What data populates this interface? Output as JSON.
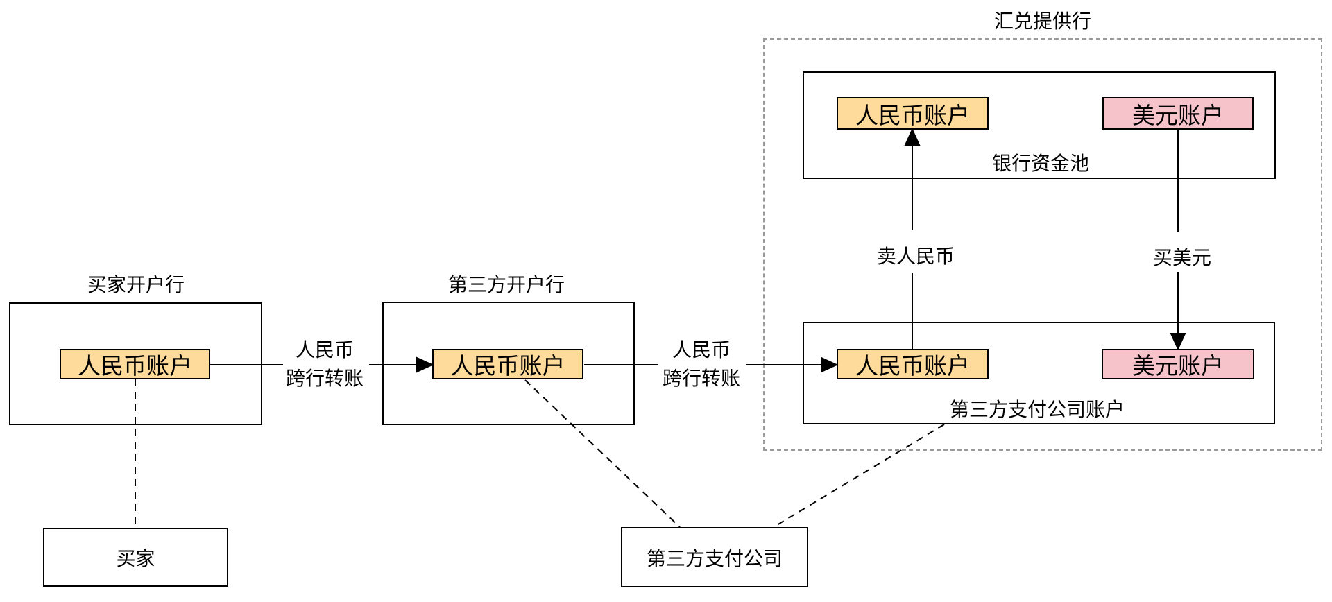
{
  "colors": {
    "rmb_account_fill": "#ffdb9b",
    "usd_account_fill": "#f6c3cb",
    "box_border": "#000000",
    "exchange_container_border": "#999999",
    "line": "#000000",
    "background": "#ffffff"
  },
  "nodes": {
    "buyer_bank": {
      "title": "买家开户行",
      "rmb_account": "人民币账户"
    },
    "third_party_bank": {
      "title": "第三方开户行",
      "rmb_account": "人民币账户"
    },
    "buyer": {
      "label": "买家"
    },
    "third_party_company": {
      "label": "第三方支付公司"
    },
    "exchange_provider": {
      "title": "汇兑提供行",
      "bank_pool": {
        "label": "银行资金池",
        "rmb_account": "人民币账户",
        "usd_account": "美元账户"
      },
      "third_party_account": {
        "label": "第三方支付公司账户",
        "rmb_account": "人民币账户",
        "usd_account": "美元账户"
      }
    }
  },
  "edges": {
    "interbank_transfer_1": {
      "line1": "人民币",
      "line2": "跨行转账"
    },
    "interbank_transfer_2": {
      "line1": "人民币",
      "line2": "跨行转账"
    },
    "sell_rmb": {
      "label": "卖人民币"
    },
    "buy_usd": {
      "label": "买美元"
    }
  }
}
